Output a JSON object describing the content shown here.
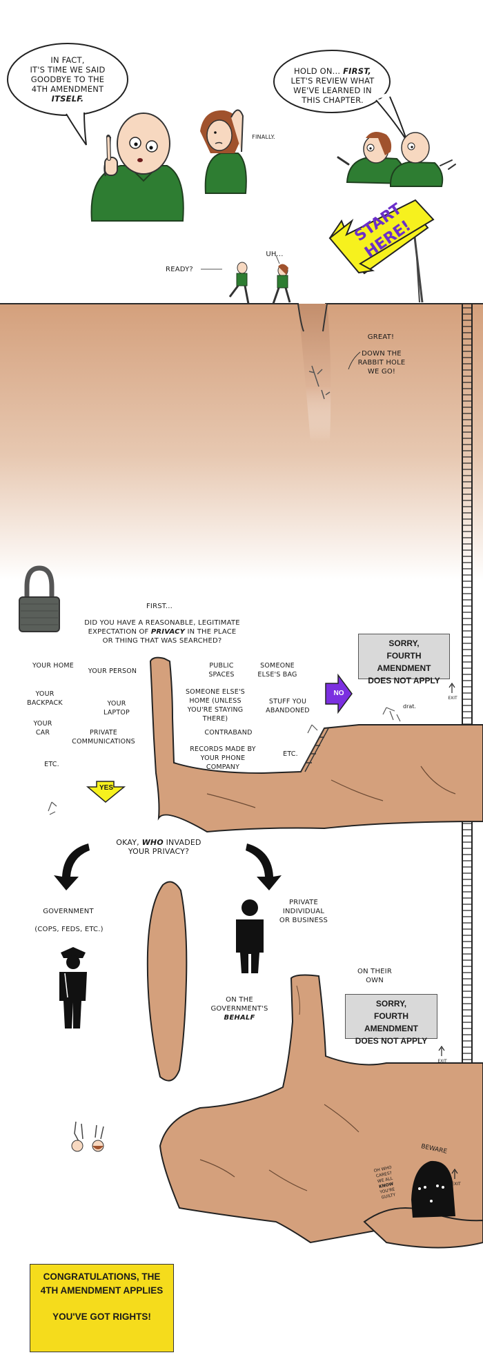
{
  "scene1": {
    "bubble_left": [
      "In fact,",
      "it's time we said",
      "goodbye to the",
      "4th Amendment"
    ],
    "bubble_left_emphasis": "itself.",
    "bubble_right_pre": "Hold on...",
    "bubble_right_emphasis": "First,",
    "bubble_right_rest": [
      "let's review what",
      "we've learned in",
      "this chapter."
    ],
    "finally": "Finally."
  },
  "sign": {
    "line1": "START",
    "line2": "HERE!",
    "colors": {
      "fill": "#f6f11e",
      "text": "#6b2fc9"
    }
  },
  "scene2": {
    "ready": "Ready?",
    "uh": "Uh...",
    "great": "Great!",
    "down_lines": [
      "Down the",
      "rabbit hole",
      "we go!"
    ]
  },
  "privacy": {
    "first": "First...",
    "question_pre": "Did you have a reasonable, legitimate",
    "question_mid_pre": "expectation of",
    "question_emphasis": "privacy",
    "question_mid_post": "in the place",
    "question_post": "or thing that was searched?",
    "yes_items": [
      "Your home",
      "Your person",
      "Your backpack",
      "Your laptop",
      "Your car",
      "Private communications",
      "Etc."
    ],
    "no_items": [
      "Public spaces",
      "Someone else's bag",
      "Someone else's home (unless you're staying there)",
      "Stuff you abandoned",
      "Contraband",
      "Records made by your phone company",
      "Etc."
    ],
    "yes_label": "YES",
    "no_label": "NO",
    "drat": "drat.",
    "exit": "EXIT"
  },
  "sorry_box": {
    "line1": "SORRY,",
    "line2": "FOURTH AMENDMENT",
    "line3": "DOES NOT APPLY"
  },
  "who": {
    "question_pre": "Okay,",
    "question_emphasis": "who",
    "question_rest": "invaded",
    "question_line2": "your privacy?",
    "government": "Government",
    "government_sub": "(cops, feds, etc.)",
    "private": [
      "Private",
      "individual",
      "or business"
    ],
    "on_their_own": [
      "On their",
      "own"
    ],
    "on_behalf_lines": [
      "On the",
      "government's"
    ],
    "on_behalf_emphasis": "behalf"
  },
  "cave": {
    "beware": "BEWARE",
    "exit": "EXIT",
    "note_lines": [
      "Oh who",
      "cares?",
      "We all",
      "KNOW",
      "you're",
      "guilty"
    ]
  },
  "congrats": {
    "line1": "CONGRATULATIONS, THE",
    "line2": "4TH AMENDMENT APPLIES",
    "line3": "YOU'VE GOT RIGHTS!"
  },
  "colors": {
    "cliff": "#d4a07c",
    "cliff_dark": "#b98564",
    "shirt": "#2e7d32",
    "hair": "#a0522d",
    "skin": "#f7d8c0",
    "yellow": "#f5dc1c",
    "purple": "#7b2fe0"
  }
}
